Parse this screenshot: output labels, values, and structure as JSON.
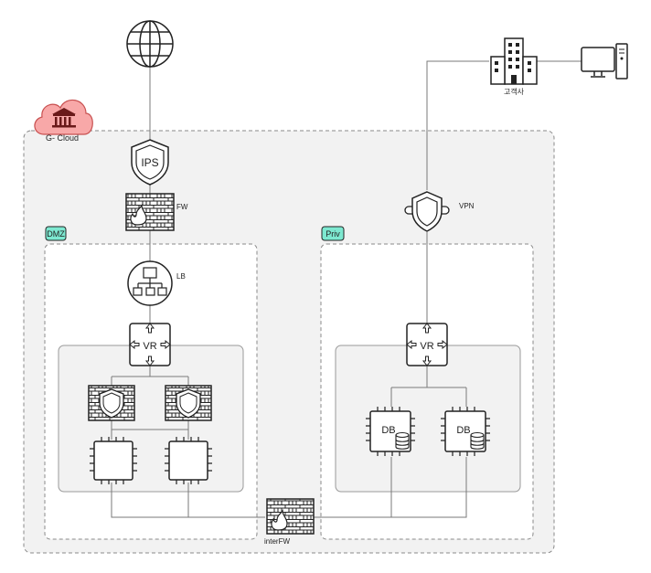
{
  "labels": {
    "cloud": "G- Cloud",
    "customer": "고객사",
    "ips": "IPS",
    "fw": "FW",
    "vpn": "VPN",
    "dmz": "DMZ",
    "priv": "Priv",
    "lb": "LB",
    "vr_dmz": "VR",
    "vr_priv": "VR",
    "db1": "DB",
    "db2": "DB",
    "interfw": "interFW"
  },
  "colors": {
    "cloud_icon": "#f8a8a8",
    "cloud_icon_stroke": "#c85050",
    "dmz_tag": "#7de8d0",
    "priv_tag": "#7de8d0",
    "zone_fill": "#f2f2f2",
    "zone_border": "#999999",
    "line": "#7a7a7a"
  },
  "icons": {
    "internet": "globe-icon",
    "customer": "building-icon",
    "workstation": "desktop-computer-icon",
    "cloud": "government-cloud-icon",
    "ips": "shield-icon",
    "fw": "firewall-icon",
    "vpn": "vpn-shield-icon",
    "lb": "load-balancer-icon",
    "vr": "virtual-router-icon",
    "waf": "web-firewall-icon",
    "server": "chip-server-icon",
    "db": "database-server-icon"
  }
}
